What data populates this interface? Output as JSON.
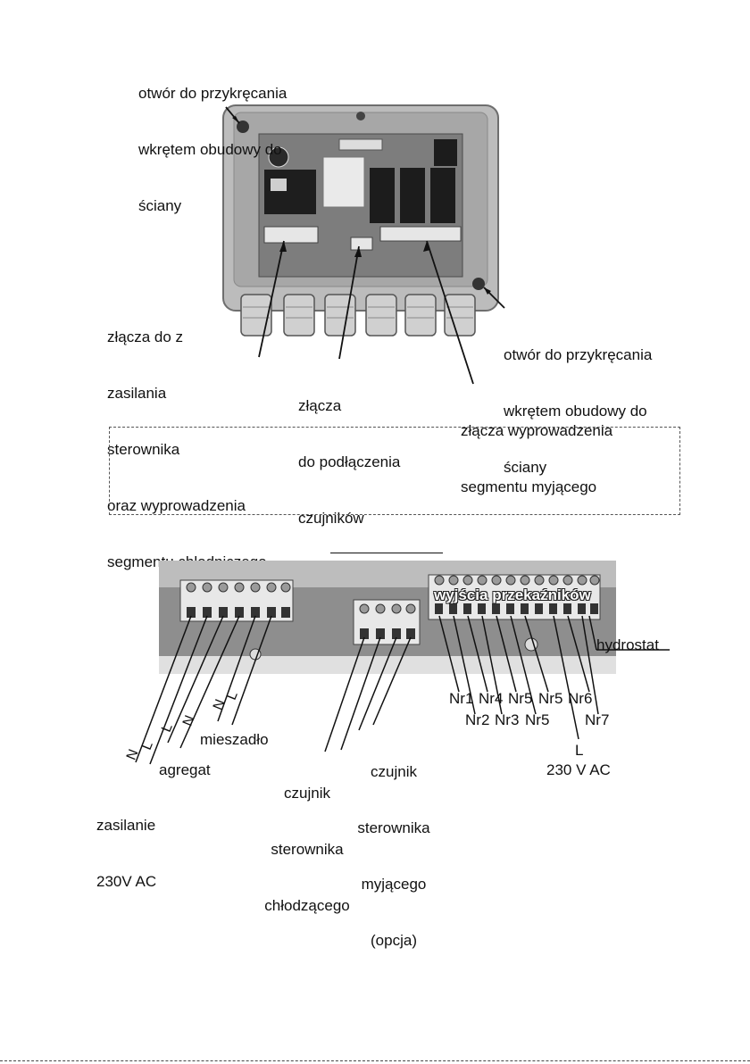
{
  "photo1": {
    "label_top_left": [
      "otwór do przykręcania",
      "wkrętem obudowy do",
      "ściany"
    ],
    "label_right": [
      "otwór do przykręcania",
      "wkrętem obudowy do",
      "ściany"
    ],
    "label_power": [
      "złącza do z",
      "zasilania",
      "sterownika",
      "oraz wyprowadzenia",
      "segmentu chłodniczego"
    ],
    "label_sensors": [
      "złącza",
      "do podłączenia",
      "czujników"
    ],
    "label_wash": [
      "złącza wyprowadzenia",
      "segmentu myjącego"
    ]
  },
  "photo2": {
    "banner": "wyjścia przekaźników",
    "hydrostat": "hydrostat",
    "pin_N1": "N",
    "pin_L1": "L",
    "pin_L2": "L",
    "pin_N2": "N",
    "pin_N3": "N",
    "pin_L3": "L",
    "zasilanie": [
      "zasilanie",
      "230V AC"
    ],
    "agregat": "agregat",
    "mieszadlo": "mieszadło",
    "czujnik_chlodzacy": [
      "czujnik",
      "sterownika",
      "chłodzącego"
    ],
    "czujnik_myjacy": [
      "czujnik",
      "sterownika",
      "myjącego",
      "(opcja)"
    ],
    "relays_top": [
      "Nr1",
      "Nr4",
      "Nr5",
      "Nr5",
      "Nr6"
    ],
    "relays_bottom": [
      "Nr2",
      "Nr3",
      "Nr5",
      "Nr7"
    ],
    "l_label": "L",
    "l_voltage": "230 V AC"
  }
}
